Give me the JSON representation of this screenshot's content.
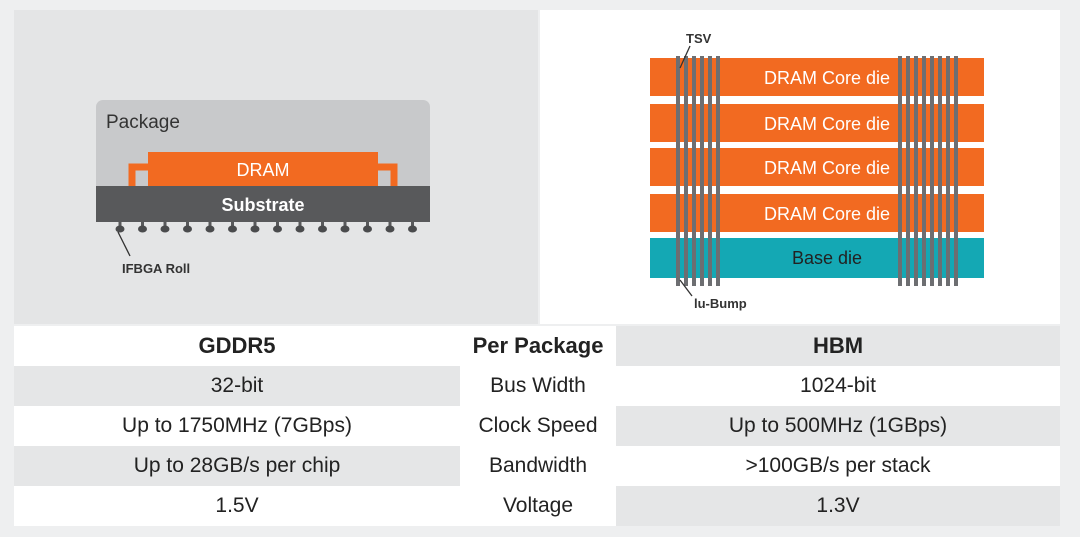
{
  "gddr_diagram": {
    "package_label": "Package",
    "dram_label": "DRAM",
    "substrate_label": "Substrate",
    "ball_label": "IFBGA Roll"
  },
  "hbm_diagram": {
    "tsv_label": "TSV",
    "core_die_label": "DRAM Core die",
    "base_die_label": "Base die",
    "bump_label": "lu-Bump"
  },
  "colors": {
    "orange": "#f26a21",
    "teal": "#14a8b4",
    "dark_grey": "#58595b",
    "panel_grey": "#e4e5e6",
    "package_grey": "#c8c9cb"
  },
  "table": {
    "headers": [
      "GDDR5",
      "Per Package",
      "HBM"
    ],
    "rows": [
      [
        "32-bit",
        "Bus Width",
        "1024-bit"
      ],
      [
        "Up to 1750MHz (7GBps)",
        "Clock Speed",
        "Up to 500MHz (1GBps)"
      ],
      [
        "Up to 28GB/s per chip",
        "Bandwidth",
        ">100GB/s per stack"
      ],
      [
        "1.5V",
        "Voltage",
        "1.3V"
      ]
    ]
  }
}
